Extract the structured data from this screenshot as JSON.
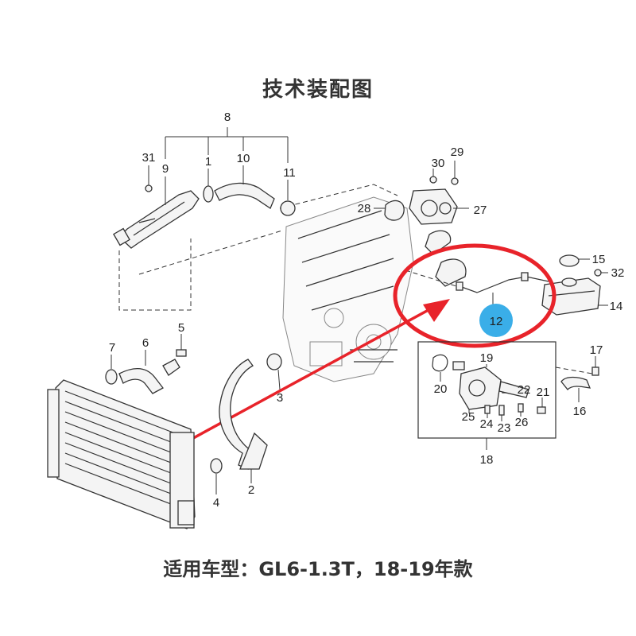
{
  "title": "技术装配图",
  "footer": "适用车型：GL6-1.3T，18-19年款",
  "colors": {
    "highlight": "#e8232a",
    "badge": "#3aaee8",
    "line": "#333333"
  },
  "labels": {
    "l1": "1",
    "l2": "2",
    "l3": "3",
    "l4": "4",
    "l5": "5",
    "l6": "6",
    "l7": "7",
    "l8": "8",
    "l9": "9",
    "l10": "10",
    "l11": "11",
    "l12": "12",
    "l14": "14",
    "l15": "15",
    "l16": "16",
    "l17": "17",
    "l18": "18",
    "l19": "19",
    "l20": "20",
    "l21": "21",
    "l22": "22",
    "l23": "23",
    "l24": "24",
    "l25": "25",
    "l26": "26",
    "l27": "27",
    "l28": "28",
    "l29": "29",
    "l30": "30",
    "l31": "31",
    "l32": "32"
  }
}
